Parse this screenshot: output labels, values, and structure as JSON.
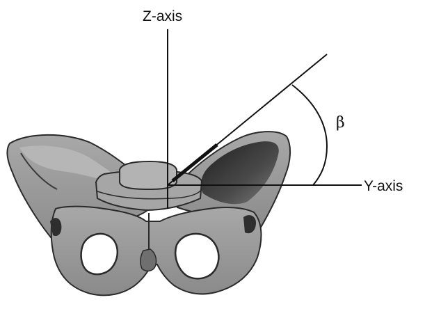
{
  "diagram": {
    "labels": {
      "z_axis": "Z-axis",
      "y_axis": "Y-axis",
      "angle": "β"
    },
    "colors": {
      "bone_fill": "#9a9a9a",
      "bone_light": "#bdbdbd",
      "bone_dark": "#3a3a3a",
      "ink": "#111111",
      "background": "#ffffff"
    }
  }
}
